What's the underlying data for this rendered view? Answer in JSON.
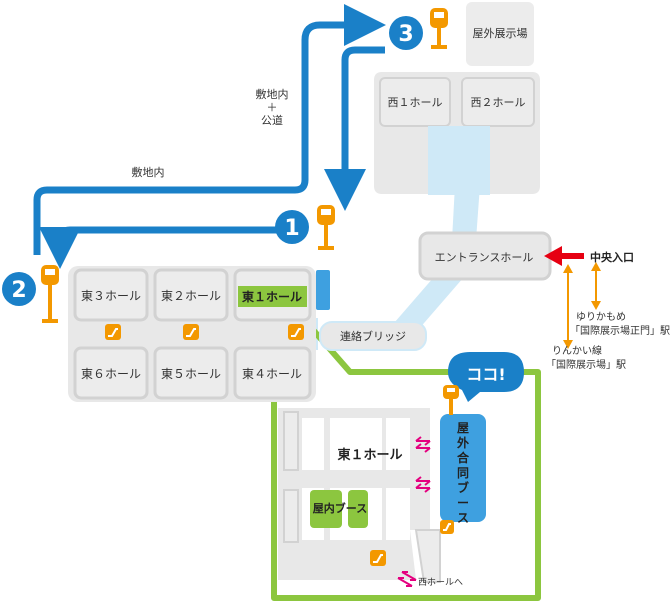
{
  "colors": {
    "route_blue": "#1a80c8",
    "hall_fill": "#ececec",
    "hall_outline": "#d2d2d2",
    "concourse": "#e8e8e8",
    "corridor": "#cfe9f7",
    "highlight_green": "#8cc63f",
    "accent_red": "#e60012",
    "orange": "#f39800",
    "pink": "#e4007f",
    "booth_blue": "#3ea0e0"
  },
  "halls": {
    "east3": "東３ホール",
    "east2": "東２ホール",
    "east1": "東１ホール",
    "east6": "東６ホール",
    "east5": "東５ホール",
    "east4": "東４ホール",
    "west1": "西１ホール",
    "west2": "西２ホール",
    "outdoor": "屋外展示場",
    "entrance": "エントランスホール"
  },
  "labels": {
    "site_inside": "敷地内",
    "site_inside_public_1": "敷地内",
    "site_inside_public_2": "＋",
    "site_inside_public_3": "公道",
    "bridge": "連絡ブリッジ",
    "central_entrance": "中央入口",
    "yurikamome_1": "ゆりかもめ",
    "yurikamome_2": "「国際展示場正門」駅",
    "rinkai_1": "りんかい線",
    "rinkai_2": "「国際展示場」駅",
    "here": "ココ!"
  },
  "bus_stops": [
    "1",
    "2",
    "3"
  ],
  "detail": {
    "hall_label": "東１ホール",
    "indoor_booth": "屋内ブース",
    "outdoor_booth": "屋外合同ブース",
    "to_west": "西ホールへ"
  },
  "icons": [
    "bus-stop-icon",
    "escalator-icon",
    "double-arrow-icon"
  ]
}
